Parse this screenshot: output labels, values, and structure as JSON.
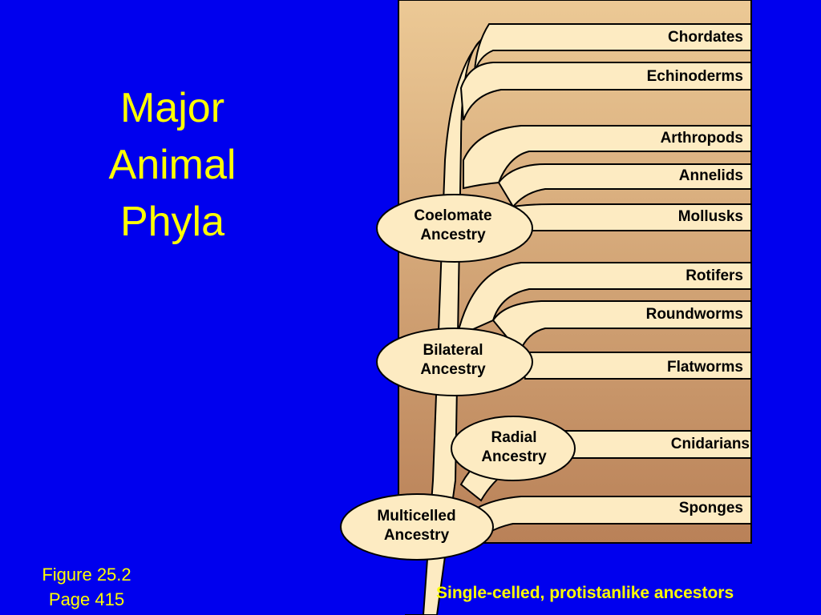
{
  "title": [
    "Major",
    "Animal",
    "Phyla"
  ],
  "figure_caption": [
    "Figure 25.2",
    "Page 415"
  ],
  "base_caption": "Single-celled, protistanlike ancestors",
  "phyla": [
    {
      "name": "Chordates"
    },
    {
      "name": "Echinoderms"
    },
    {
      "name": "Arthropods"
    },
    {
      "name": "Annelids"
    },
    {
      "name": "Mollusks"
    },
    {
      "name": "Rotifers"
    },
    {
      "name": "Roundworms"
    },
    {
      "name": "Flatworms"
    },
    {
      "name": "Cnidarians"
    },
    {
      "name": "Sponges"
    }
  ],
  "nodes": [
    {
      "line1": "Coelomate",
      "line2": "Ancestry"
    },
    {
      "line1": "Bilateral",
      "line2": "Ancestry"
    },
    {
      "line1": "Radial",
      "line2": "Ancestry"
    },
    {
      "line1": "Multicelled",
      "line2": "Ancestry"
    }
  ],
  "colors": {
    "background": "#0000ee",
    "text_accent": "#ffff00",
    "branch_fill": "#fdebc2",
    "panel_top": "#ecc995",
    "panel_bottom": "#b98158",
    "outline": "#000000"
  }
}
